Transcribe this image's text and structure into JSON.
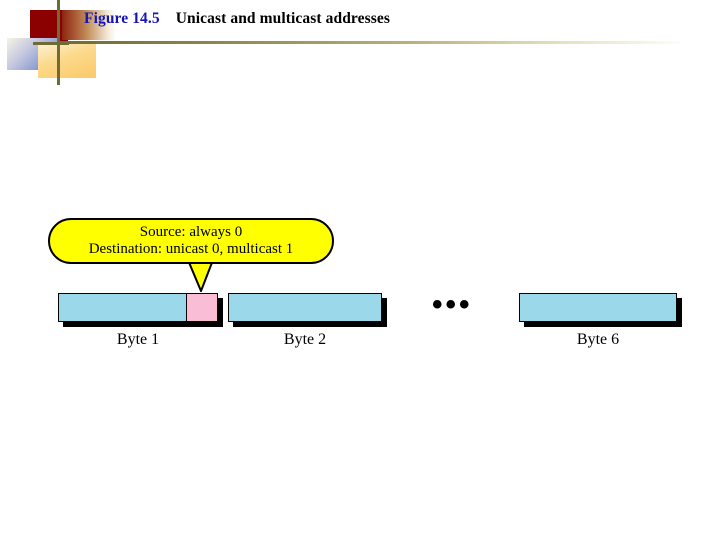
{
  "header": {
    "figure_number": "Figure 14.5",
    "caption": "Unicast and multicast addresses",
    "number_color": "#1414b4",
    "caption_color": "#000000",
    "rule_color": "#6f6b32",
    "deco_red": "#8b0000",
    "deco_blue": "#5b6fc0",
    "deco_orange": "#fbc96a"
  },
  "diagram": {
    "callout": {
      "line_1": "Source: always 0",
      "line_2": "Destination: unicast 0, multicast 1",
      "fill": "#ffff00",
      "stroke": "#000000"
    },
    "ellipsis": "•••",
    "byte_fill": "#9bd9ea",
    "flag_fill": "#f9bed6",
    "bytes": [
      {
        "label": "Byte 1",
        "has_flag": true
      },
      {
        "label": "Byte 2",
        "has_flag": false
      },
      {
        "label": "Byte 6",
        "has_flag": false
      }
    ]
  }
}
